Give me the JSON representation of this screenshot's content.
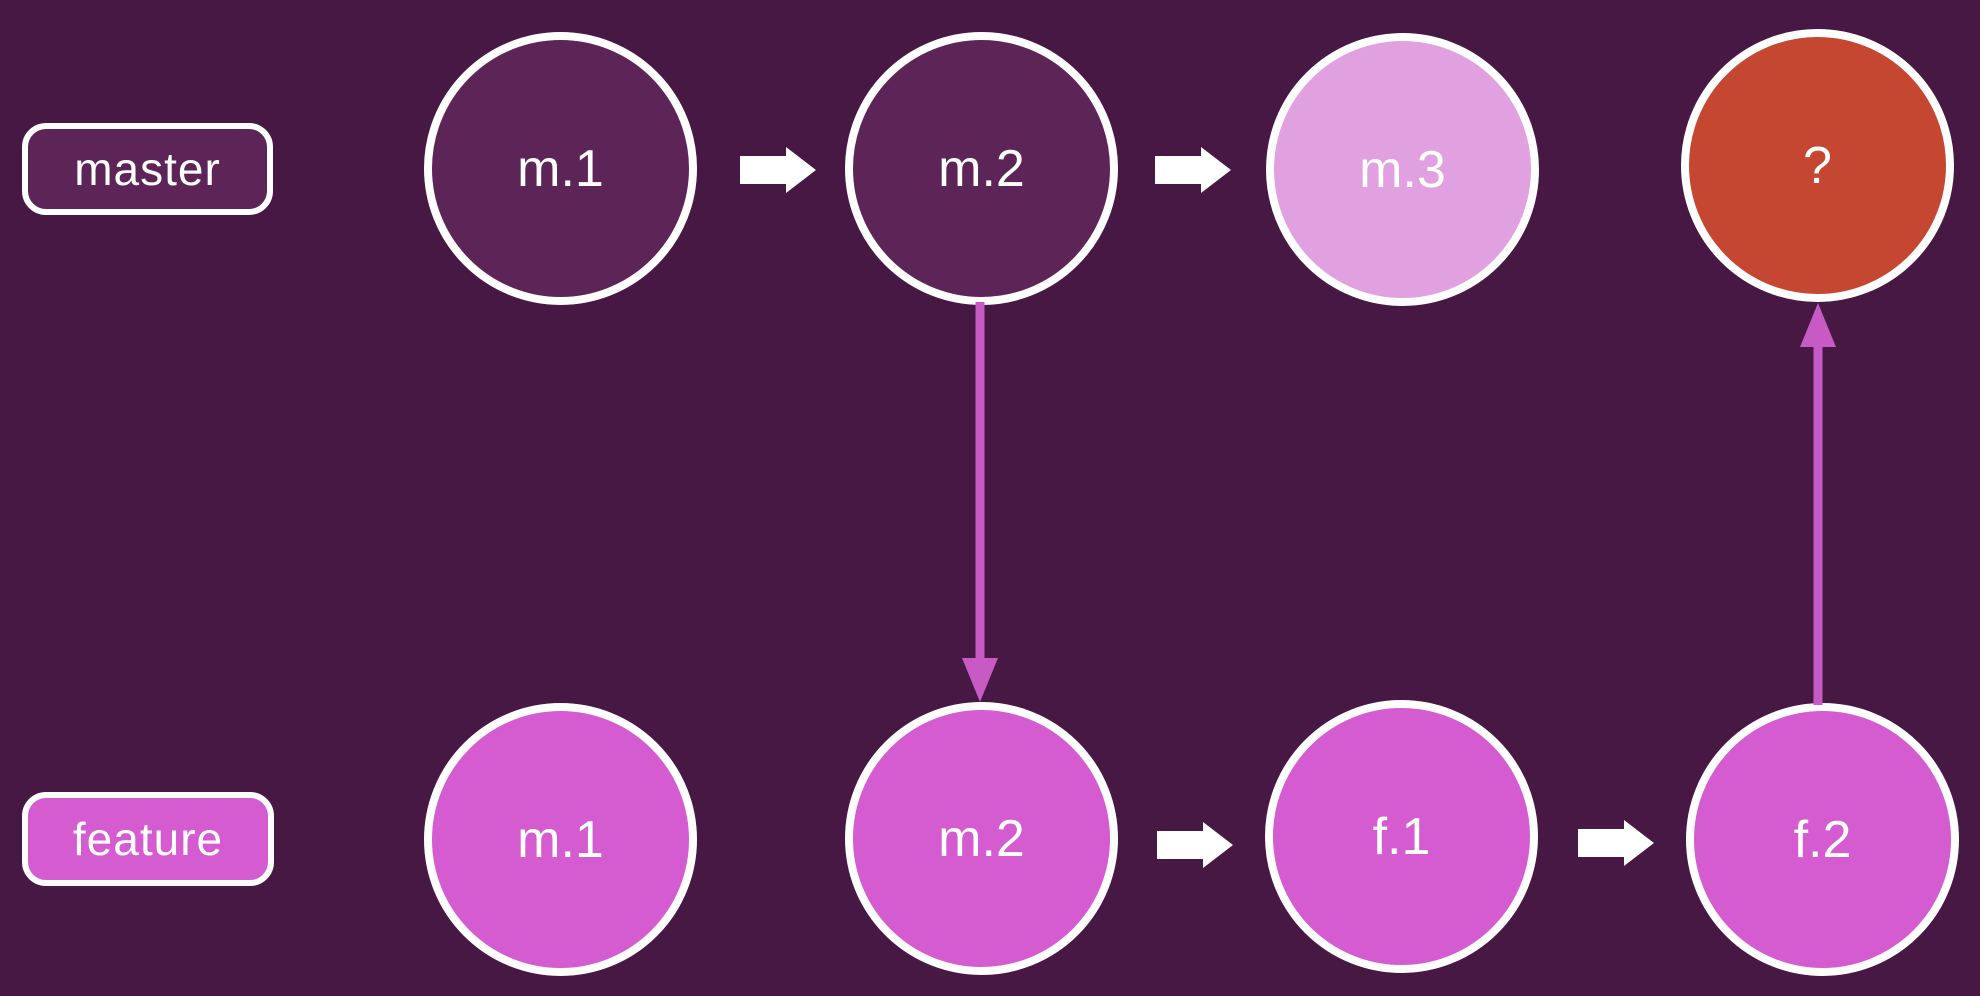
{
  "branches": {
    "master": {
      "label": "master"
    },
    "feature": {
      "label": "feature"
    }
  },
  "master_nodes": [
    {
      "label": "m.1",
      "state": "existing-commit"
    },
    {
      "label": "m.2",
      "state": "existing-commit"
    },
    {
      "label": "m.3",
      "state": "new-commit"
    },
    {
      "label": "?",
      "state": "merge-result-unknown"
    }
  ],
  "feature_nodes": [
    {
      "label": "m.1",
      "state": "branched-commit"
    },
    {
      "label": "m.2",
      "state": "branched-commit"
    },
    {
      "label": "f.1",
      "state": "feature-commit"
    },
    {
      "label": "f.2",
      "state": "feature-commit"
    }
  ],
  "connectors": {
    "branch_off": {
      "from": "master m.2",
      "to": "feature m.2",
      "direction": "down"
    },
    "merge": {
      "from": "feature f.2",
      "to": "master ?",
      "direction": "up"
    }
  },
  "colors": {
    "background": "#461843",
    "master_commit_fill": "#5c2457",
    "new_commit_fill": "#e1a0e0",
    "merge_unknown_fill": "#c64731",
    "feature_commit_fill": "#d45cd0",
    "connector_arrow": "#c75ac4",
    "flow_arrow": "#ffffff",
    "outline": "#ffffff"
  }
}
